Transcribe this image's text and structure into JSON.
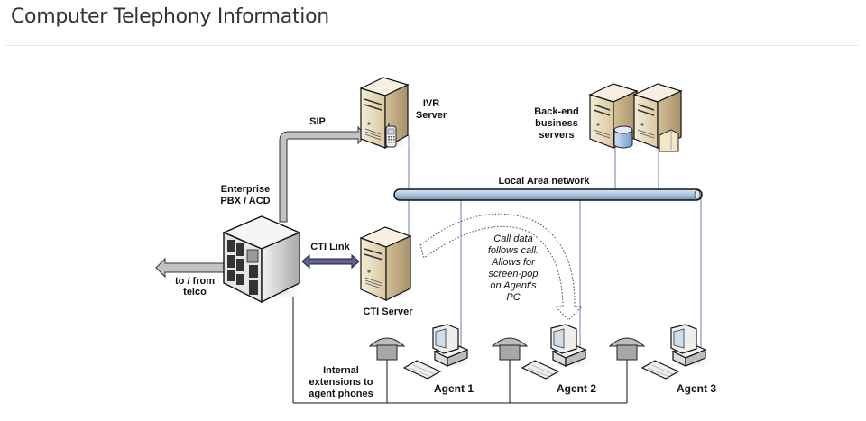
{
  "page": {
    "title": "Computer Telephony Information"
  },
  "diagram": {
    "nodes": {
      "ivr_server": {
        "label_lines": [
          "IVR",
          "Server"
        ]
      },
      "backend_servers": {
        "label_lines": [
          "Back-end",
          "business",
          "servers"
        ]
      },
      "pbx": {
        "label_lines": [
          "Enterprise",
          "PBX / ACD"
        ]
      },
      "cti_server": {
        "label_lines": [
          "CTI Server"
        ]
      },
      "agents": [
        {
          "label": "Agent 1"
        },
        {
          "label": "Agent 2"
        },
        {
          "label": "Agent 3"
        }
      ]
    },
    "links": {
      "sip": {
        "label": "SIP"
      },
      "cti_link": {
        "label": "CTI Link"
      },
      "telco": {
        "label_lines": [
          "to / from",
          "telco"
        ]
      },
      "lan": {
        "label": "Local Area network"
      },
      "extensions": {
        "label_lines": [
          "Internal",
          "extensions to",
          "agent phones"
        ]
      }
    },
    "annotation": {
      "lines": [
        "Call data",
        "follows call.",
        "Allows for",
        "screen-pop",
        "on Agent's",
        "PC"
      ]
    },
    "colors": {
      "lan_pipe": "#a9c3dc",
      "cti_link": "#5f5f9a",
      "arrow_gray": "#c3c3c3",
      "server_beige": "#e8dcc2",
      "lan_drop": "#7a78b0"
    }
  }
}
